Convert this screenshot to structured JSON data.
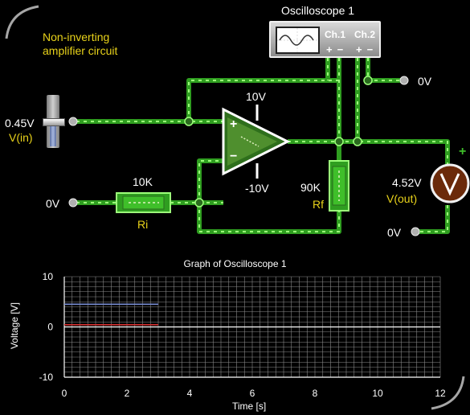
{
  "circuit": {
    "description_line1": "Non-inverting",
    "description_line2": "amplifier circuit",
    "oscilloscope_title": "Oscilloscope 1",
    "ch1_label": "Ch.1",
    "ch2_label": "Ch.2",
    "ch1_terminals": "+−",
    "ch2_terminals": "+−",
    "input_voltage": "0.45V",
    "input_label": "V(in)",
    "supply_positive": "10V",
    "supply_negative": "-10V",
    "ground_left": "0V",
    "ground_scope": "0V",
    "ground_output": "0V",
    "ri_value": "10K",
    "ri_label": "Ri",
    "rf_value": "90K",
    "rf_label": "Rf",
    "output_voltage": "4.52V",
    "output_label": "V(out)",
    "opamp_plus": "+",
    "opamp_minus": "−",
    "meter_plus": "+"
  },
  "colors": {
    "wire": "#3fbf2a",
    "wire_highlight": "#9cff7a",
    "label_yellow": "#e8d21a",
    "trace_vin": "#e03030",
    "trace_vout": "#7a90d8",
    "meter": "#6b2a0a"
  },
  "chart_data": {
    "type": "line",
    "title": "Graph of Oscilloscope 1",
    "xlabel": "Time [s]",
    "ylabel": "Voltage [V]",
    "xlim": [
      0,
      12
    ],
    "ylim": [
      -10,
      10
    ],
    "xticks": [
      "0",
      "2",
      "4",
      "6",
      "8",
      "10",
      "12"
    ],
    "yticks": [
      "10",
      "0",
      "-10"
    ],
    "grid": true,
    "series": [
      {
        "color": "#7a90d8",
        "x": [
          0,
          3
        ],
        "y": [
          4.52,
          4.52
        ]
      },
      {
        "color": "#e03030",
        "x": [
          0,
          3
        ],
        "y": [
          0.45,
          0.45
        ]
      }
    ]
  }
}
